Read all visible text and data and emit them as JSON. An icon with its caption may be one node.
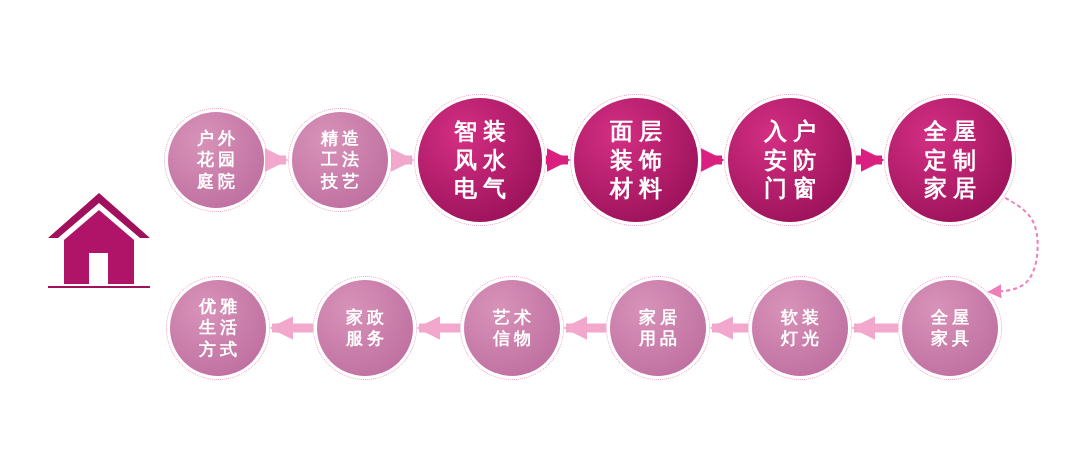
{
  "diagram": {
    "nodes": [
      {
        "text": [
          "户外花园庭院"
        ]
      },
      {
        "text": [
          "精造工法技艺"
        ]
      },
      {
        "text": [
          "智装风水电气"
        ]
      },
      {
        "text": [
          "面层装饰材料"
        ]
      },
      {
        "text": [
          "入户安防门窗"
        ]
      },
      {
        "text": [
          "全屋定制家居"
        ]
      },
      {
        "text": [
          "全屋家具"
        ]
      },
      {
        "text": [
          "软装灯光"
        ]
      },
      {
        "text": [
          "家居用品"
        ]
      },
      {
        "text": [
          "艺术信物"
        ]
      },
      {
        "text": [
          "家政服务"
        ]
      },
      {
        "text": [
          "优雅生活方式"
        ]
      }
    ],
    "edges": [
      {
        "from": 0,
        "to": 1,
        "arrow": "to"
      },
      {
        "from": 1,
        "to": 2,
        "arrow": "to"
      },
      {
        "from": 2,
        "to": 3,
        "arrow": "to",
        "color": "#d9207f"
      },
      {
        "from": 3,
        "to": 4,
        "arrow": "to",
        "color": "#d9207f"
      },
      {
        "from": 4,
        "to": 5,
        "arrow": "to",
        "color": "#d9207f"
      },
      {
        "from": 5,
        "to": 6,
        "arrow": "to",
        "style": "dashed",
        "color": "#ee7fb8"
      },
      {
        "from": 6,
        "to": 7,
        "arrow": "to"
      },
      {
        "from": 7,
        "to": 8,
        "arrow": "to"
      },
      {
        "from": 8,
        "to": 9,
        "arrow": "to"
      },
      {
        "from": 9,
        "to": 10,
        "arrow": "to"
      },
      {
        "from": 10,
        "to": 11,
        "arrow": "to"
      }
    ]
  }
}
